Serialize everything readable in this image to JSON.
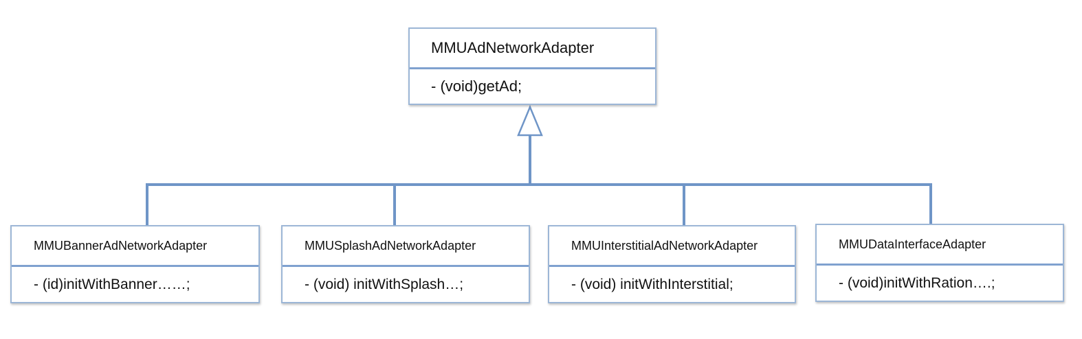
{
  "diagram": {
    "parent": {
      "name": "MMUAdNetworkAdapter",
      "method": "- (void)getAd;"
    },
    "children": [
      {
        "name": "MMUBannerAdNetworkAdapter",
        "method": "- (id)initWithBanner……;"
      },
      {
        "name": "MMUSplashAdNetworkAdapter",
        "method": "- (void) initWithSplash…;"
      },
      {
        "name": "MMUInterstitialAdNetworkAdapter",
        "method": "- (void) initWithInterstitial;"
      },
      {
        "name": "MMUDataInterfaceAdapter",
        "method": "- (void)initWithRation….;"
      }
    ],
    "colors": {
      "connector": "#6f95c7",
      "border": "#9cb6d6",
      "divider": "#7fa1cf"
    }
  }
}
